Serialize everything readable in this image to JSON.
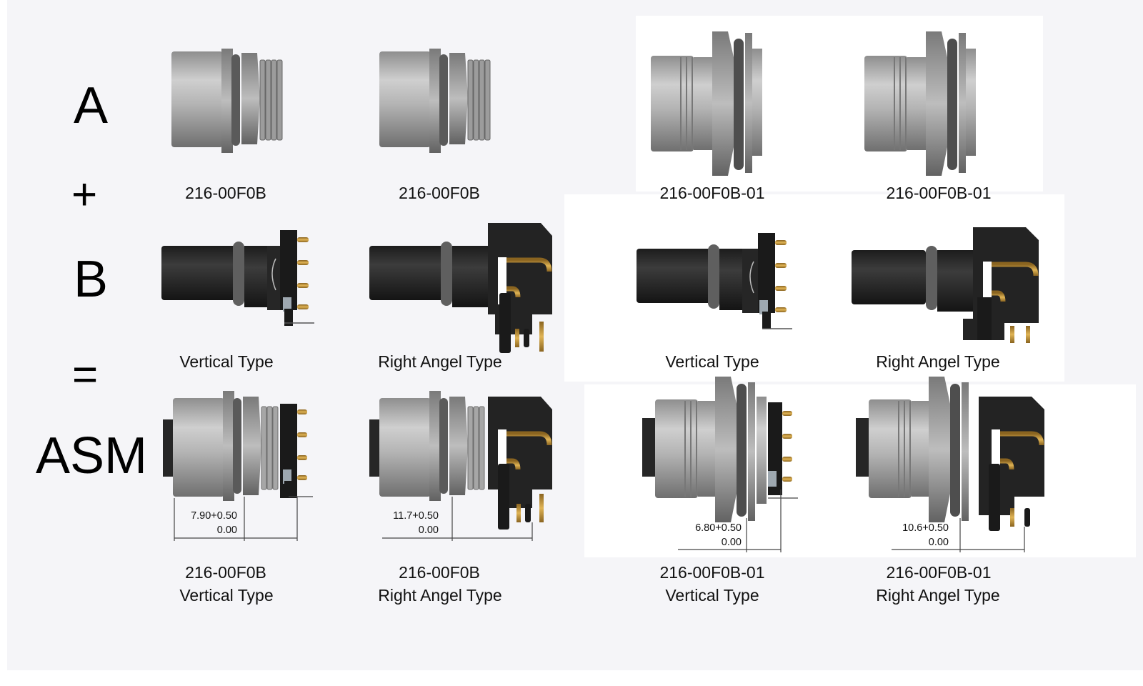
{
  "legend": {
    "a": "A",
    "plus": "+",
    "b": "B",
    "equals": "=",
    "asm": "ASM"
  },
  "columns": [
    {
      "a_label": "216-00F0B",
      "b_label": "Vertical Type",
      "asm_part": "216-00F0B",
      "asm_type": "Vertical Type",
      "dim_value": "7.90+0.50",
      "dim_tol": "0.00"
    },
    {
      "a_label": "216-00F0B",
      "b_label": "Right Angel Type",
      "asm_part": "216-00F0B",
      "asm_type": "Right Angel Type",
      "dim_value": "11.7+0.50",
      "dim_tol": "0.00"
    },
    {
      "a_label": "216-00F0B-01",
      "b_label": "Vertical Type",
      "asm_part": "216-00F0B-01",
      "asm_type": "Vertical Type",
      "dim_value": "6.80+0.50",
      "dim_tol": "0.00"
    },
    {
      "a_label": "216-00F0B-01",
      "b_label": "Right Angel Type",
      "asm_part": "216-00F0B-01",
      "asm_type": "Right Angel Type",
      "dim_value": "10.6+0.50",
      "dim_tol": "0.00"
    }
  ],
  "colors": {
    "metal": "#a8a8a8",
    "metal_dark": "#6d6d6d",
    "plastic": "#2a2a2a",
    "gold": "#c79a3c",
    "background": "#f5f5f8"
  }
}
